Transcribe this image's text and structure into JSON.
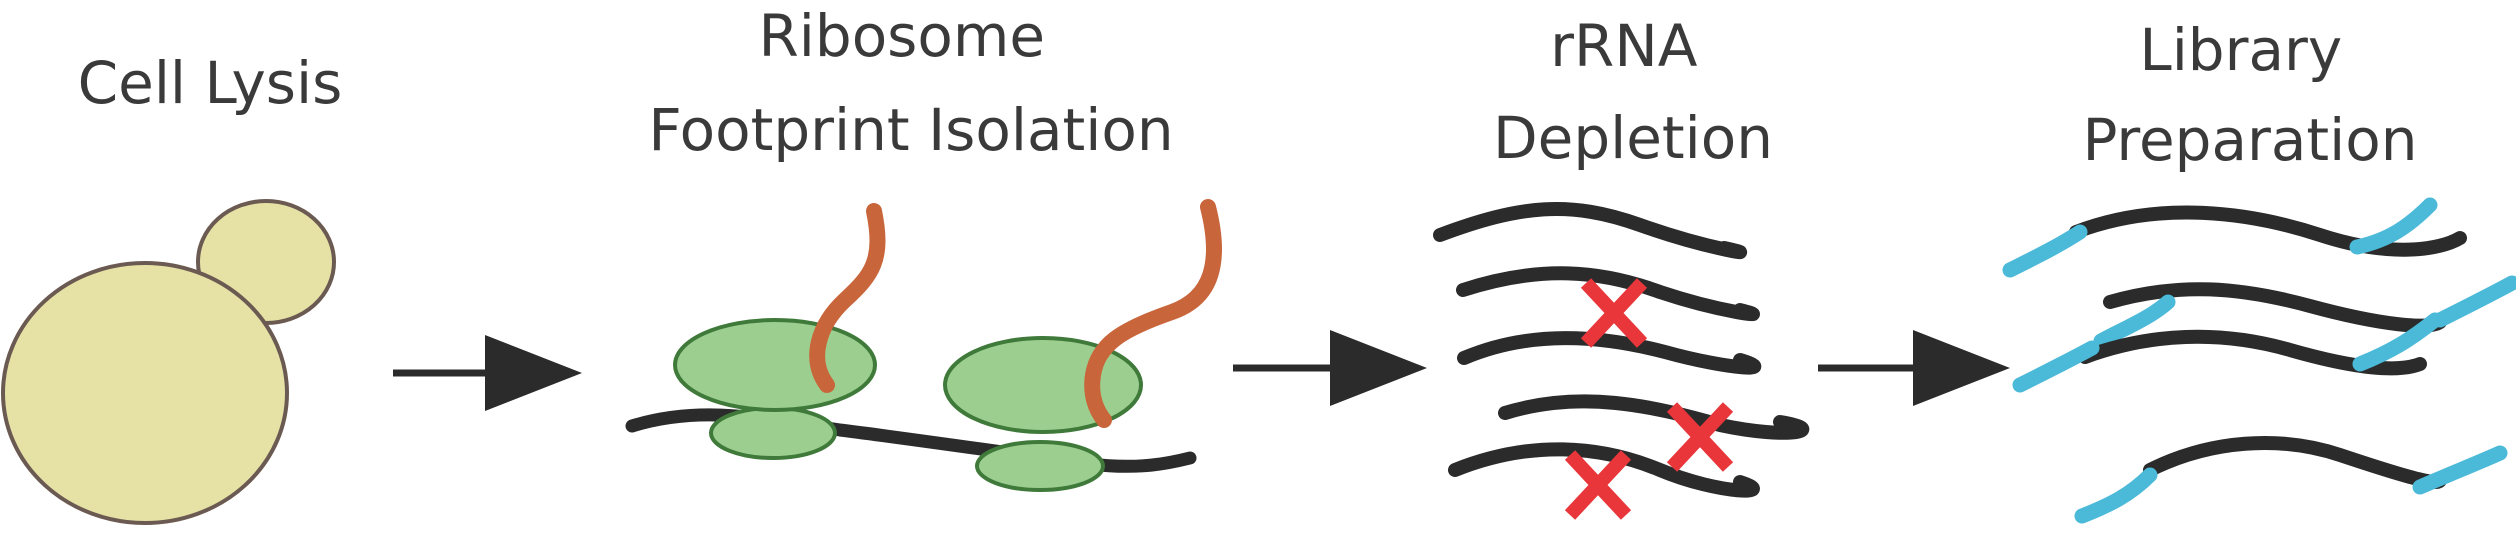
{
  "diagram": {
    "title": "",
    "steps": [
      {
        "lines": [
          "Cell Lysis"
        ]
      },
      {
        "lines": [
          "Ribosome",
          "Footprint Isolation"
        ]
      },
      {
        "lines": [
          "rRNA",
          "Depletion"
        ]
      },
      {
        "lines": [
          "Library",
          "Preparation"
        ]
      }
    ]
  },
  "colors": {
    "cell_fill": "#e6e2a6",
    "cell_stroke": "#6b5a52",
    "ribosome_fill": "#9ccf8f",
    "ribosome_stroke": "#3f7a3a",
    "mrna": "#2b2b2b",
    "nascent_peptide": "#c8653a",
    "reject_mark": "#e8363a",
    "adapter": "#4bb9d8",
    "arrow": "#2b2b2b",
    "text": "#3a3a3a"
  }
}
